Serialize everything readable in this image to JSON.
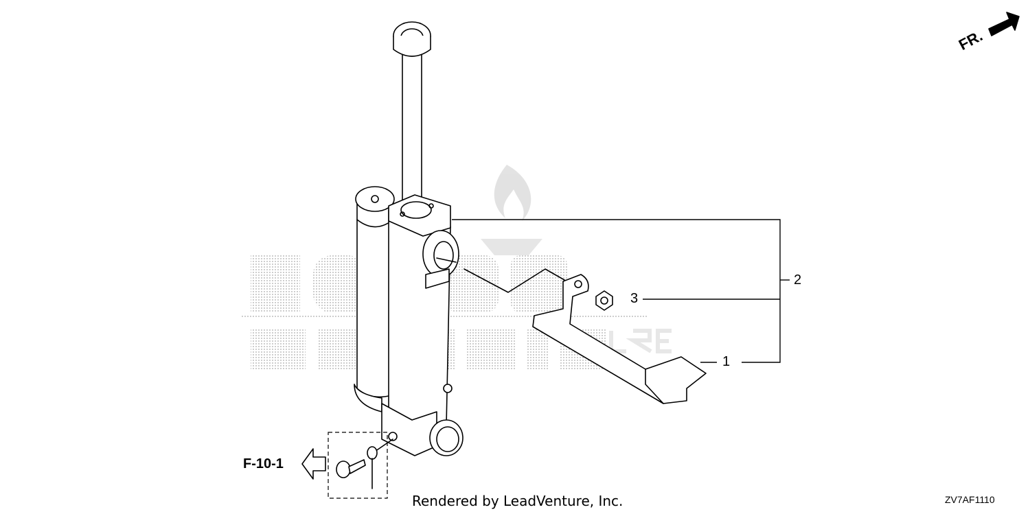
{
  "orientation": {
    "label": "FR."
  },
  "callouts": {
    "part_1": "1",
    "part_2": "2",
    "part_3": "3"
  },
  "reference": {
    "label": "F-10-1"
  },
  "footer": {
    "credit": "Rendered by LeadVenture, Inc.",
    "diagram_code": "ZV7AF1110"
  },
  "watermark": {
    "text": "HONDA MARINE STORE",
    "color": "#cccccc"
  },
  "colors": {
    "line": "#000000",
    "background": "#ffffff"
  }
}
